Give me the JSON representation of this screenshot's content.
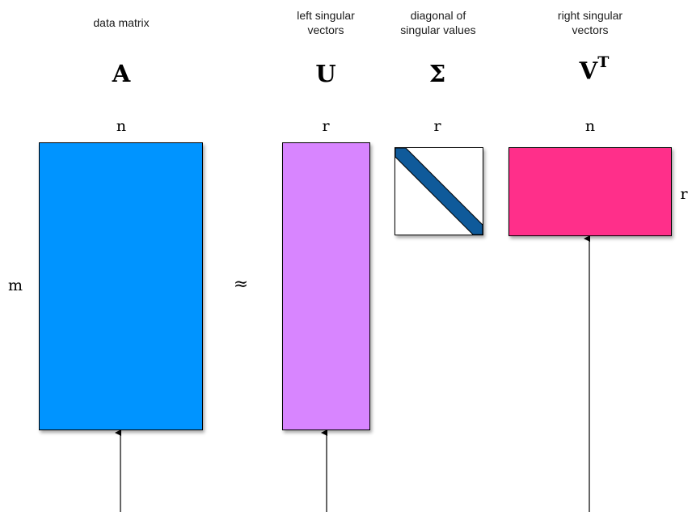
{
  "captions": {
    "data_matrix": "data matrix",
    "left_singular": "left singular\nvectors",
    "diagonal": "diagonal of\nsingular values",
    "right_singular": "right singular\nvectors"
  },
  "symbols": {
    "A": "A",
    "U": "U",
    "Sigma": "Σ",
    "V": "V",
    "V_sup": "T"
  },
  "dims": {
    "A_cols": "n",
    "A_rows": "m",
    "U_cols": "r",
    "Sigma_cols": "r",
    "VT_cols": "n",
    "VT_rows": "r"
  },
  "approx_symbol": "≈",
  "colors": {
    "A": "#0094ff",
    "U": "#d885ff",
    "Sigma_band": "#0f5a9a",
    "VT": "#ff2f8a"
  }
}
